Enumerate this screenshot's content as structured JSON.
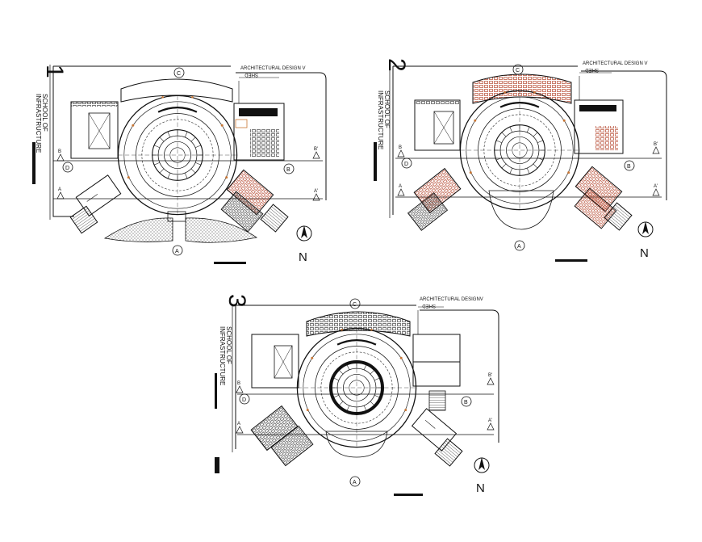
{
  "plans": [
    {
      "number": "1",
      "school_line1": "SCHOOL OF",
      "school_line2": "INFRASTRUCTURE",
      "header": "ARCHITECTURAL DESIGN V",
      "subheader": "SHED",
      "marks": {
        "A": "A",
        "B": "B",
        "C": "C",
        "D": "D",
        "A_prime": "A'",
        "B_prime": "B'"
      },
      "north": "N"
    },
    {
      "number": "2",
      "school_line1": "SCHOOL OF",
      "school_line2": "INFRASTRUCTURE",
      "header": "ARCHITECTURAL DESIGN V",
      "subheader": "SHED",
      "marks": {
        "A": "A",
        "B": "B",
        "C": "C",
        "D": "D",
        "A_prime": "A'",
        "B_prime": "B'"
      },
      "north": "N"
    },
    {
      "number": "3",
      "school_line1": "SCHOOL OF",
      "school_line2": "INFRASTRUCTURE",
      "header": "ARCHITECTURAL DESIGNV",
      "subheader": "SHED",
      "marks": {
        "A": "A",
        "B": "B",
        "C": "C",
        "D": "D",
        "A_prime": "A'",
        "B_prime": "B'"
      },
      "north": "N"
    }
  ],
  "colors": {
    "line": "#111111",
    "accent": "#c87533",
    "hatch": "#666666"
  }
}
